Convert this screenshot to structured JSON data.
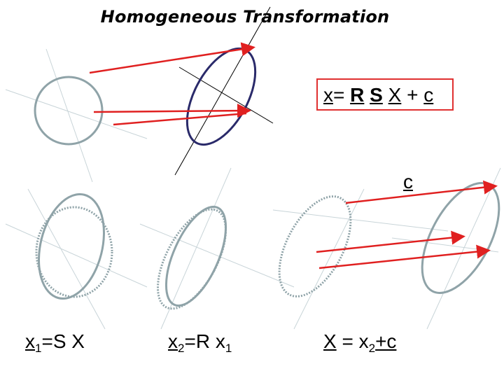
{
  "title": "Homogeneous Transformation",
  "equation": {
    "x": "x",
    "eq": "=",
    "R": "R",
    "S": "S",
    "X": "X",
    "plus": "+",
    "c": "c"
  },
  "translation_label": "c",
  "step1": {
    "lhs": "x",
    "sub": "1",
    "rest": "=S X"
  },
  "step2": {
    "lhs": "x",
    "sub": "2",
    "rest": "=R x",
    "sub2": "1"
  },
  "step3": {
    "lhs": "X",
    "rest": " = x",
    "sub": "2",
    "tail": "+c"
  },
  "colors": {
    "arrow": "#e02020",
    "circle": "#8fa3a8",
    "ellipse": "#2a2a6a",
    "axis": "#000000",
    "grid": "#c8d4d8"
  }
}
